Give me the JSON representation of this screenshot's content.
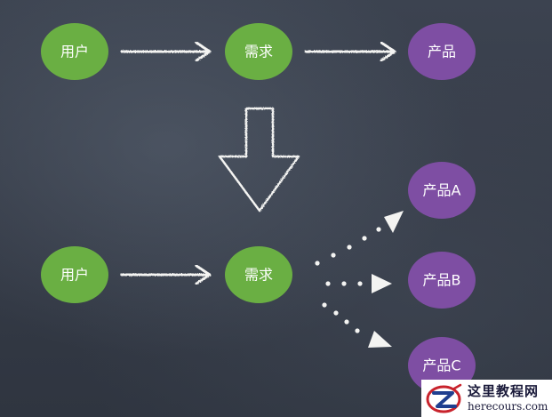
{
  "diagram": {
    "top_row": {
      "user": "用户",
      "demand": "需求",
      "product": "产品"
    },
    "bottom_row": {
      "user": "用户",
      "demand": "需求",
      "products": [
        "产品A",
        "产品B",
        "产品C"
      ]
    }
  },
  "colors": {
    "green_node": "#6aaf43",
    "purple_node": "#7e4ea3",
    "chalk": "#f4f4f2",
    "board": "#363c48"
  },
  "watermark": {
    "title": "这里教程网",
    "subtitle": "herecours.com"
  }
}
